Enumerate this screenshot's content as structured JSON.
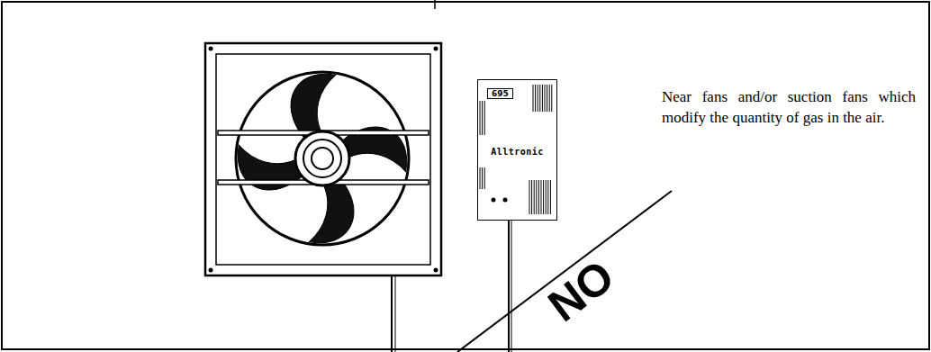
{
  "diagram": {
    "nodes": [
      {
        "text": [
          "695",
          "Alltronic"
        ]
      }
    ],
    "labels": [
      "Near fans and/or suction fans which modify the quantity of gas in the air.",
      "NO"
    ]
  }
}
